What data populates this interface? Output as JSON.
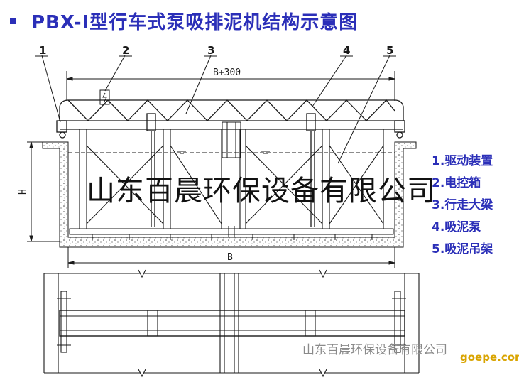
{
  "title": "PBX-Ⅰ型行车式泵吸排泥机结构示意图",
  "callouts": [
    "1",
    "2",
    "3",
    "4",
    "5"
  ],
  "dimensions": {
    "top": "B+300",
    "bottom": "B",
    "height": "H"
  },
  "legend": [
    "1.驱动装置",
    "2.电控箱",
    "3.行走大梁",
    "4.吸泥泵",
    "5.吸泥吊架"
  ],
  "watermark_center": "山东百晨环保设备有限公司",
  "watermark_bottom": "山东百晨环保设备有限公司",
  "site_logo": "goepe.com",
  "colors": {
    "title": "#2b2fb8",
    "lines": "#1a1a1a",
    "logo": "#d9a400"
  }
}
